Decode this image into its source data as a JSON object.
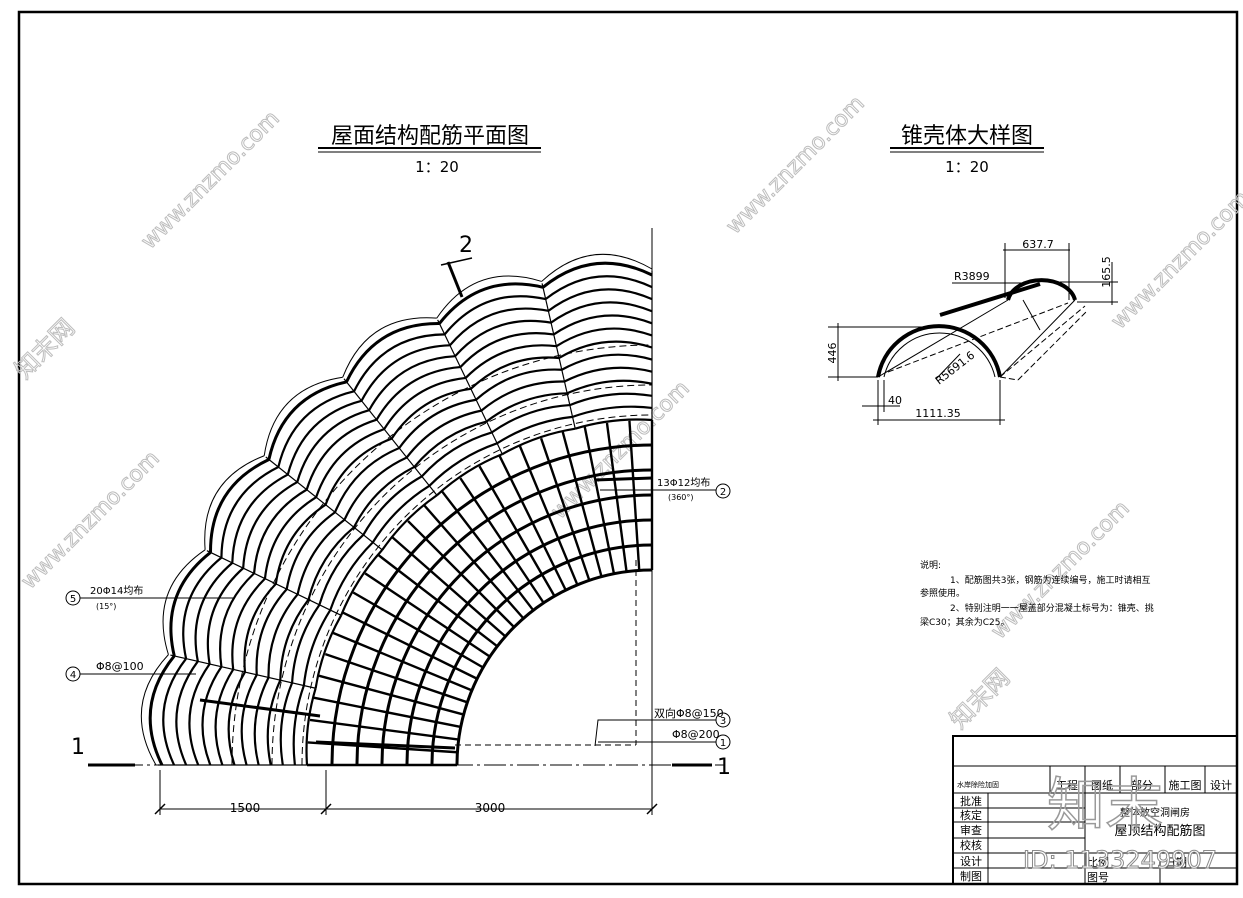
{
  "plan": {
    "title": "屋面结构配筋平面图",
    "scale": "1：20",
    "section_mark": "2",
    "section_cut": "1",
    "dim_left": "1500",
    "dim_right": "3000",
    "callouts": [
      {
        "num": "2",
        "text": "13Φ12均布",
        "sub": "(360°)"
      },
      {
        "num": "5",
        "text": "20Φ14均布",
        "sub": "(15°)"
      },
      {
        "num": "4",
        "text": "Φ8@100",
        "sub": ""
      },
      {
        "num": "3",
        "text": "双向Φ8@150",
        "sub": ""
      },
      {
        "num": "1",
        "text": "Φ8@200",
        "sub": ""
      }
    ]
  },
  "detail": {
    "title": "锥壳体大样图",
    "scale": "1：20",
    "dims": {
      "top": "637.7",
      "right": "165.5",
      "left": "446",
      "bottom": "1111.35",
      "small": "40",
      "r1": "R3899",
      "r2": "R5691.6"
    }
  },
  "notes": {
    "heading": "说明:",
    "lines": [
      "1、配筋图共3张，钢筋为连续编号，施工时请相互",
      "参照使用。",
      "2、特别注明一一屋盖部分混凝土标号为：锥壳、挑",
      "梁C30；其余为C25。"
    ]
  },
  "titleblock": {
    "company": "水岸除险加固",
    "header_cells": [
      "工程",
      "图纸",
      "部分",
      "施工图",
      "设计"
    ],
    "project": "整体放空洞闸房",
    "drawing_name": "屋顶结构配筋图",
    "roles": [
      "批准",
      "核定",
      "审查",
      "校核",
      "设计",
      "制图"
    ],
    "scale_label": "比例",
    "dwg_no_label": "图号",
    "date_label": "日期"
  },
  "watermark": {
    "brand": "知末",
    "id_text": "ID: 1133249907",
    "site": "www.znzmo.com",
    "cn": "知末网"
  }
}
